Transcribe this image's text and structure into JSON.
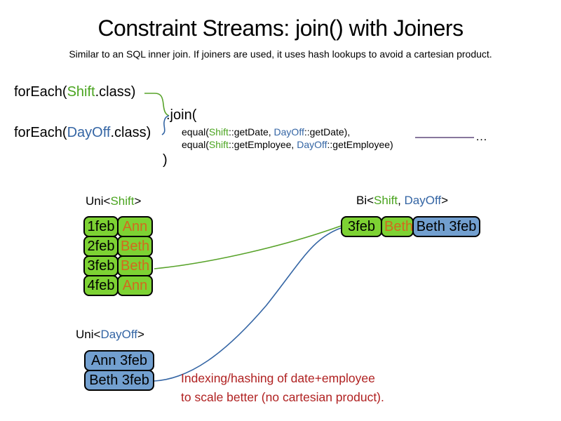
{
  "slide": {
    "title": "Constraint Streams: join() with Joiners",
    "subtitle": "Similar to an SQL inner join. If joiners are used, it uses hash lookups to avoid a cartesian product."
  },
  "code": {
    "foreach_shift": {
      "prefix": "forEach(",
      "class_name": "Shift",
      "suffix": ".class)"
    },
    "foreach_dayoff": {
      "prefix": "forEach(",
      "class_name": "DayOff",
      "suffix": ".class)"
    },
    "join_open": ".join(",
    "joiners": [
      {
        "prefix": "equal(",
        "left_class": "Shift",
        "left_rest": "::getDate, ",
        "right_class": "DayOff",
        "right_rest": "::getDate),"
      },
      {
        "prefix": "equal(",
        "left_class": "Shift",
        "left_rest": "::getEmployee, ",
        "right_class": "DayOff",
        "right_rest": "::getEmployee)"
      }
    ],
    "join_close": ")",
    "ellipsis": "…"
  },
  "uni_shift": {
    "label_prefix": "Uni<",
    "label_class": "Shift",
    "label_suffix": ">",
    "rows": [
      {
        "date": "1feb",
        "employee": "Ann"
      },
      {
        "date": "2feb",
        "employee": "Beth"
      },
      {
        "date": "3feb",
        "employee": "Beth"
      },
      {
        "date": "4feb",
        "employee": "Ann"
      }
    ]
  },
  "bi": {
    "label_prefix": "Bi<",
    "label_class1": "Shift",
    "label_sep": ", ",
    "label_class2": "DayOff",
    "label_suffix": ">",
    "row": {
      "date": "3feb",
      "employee": "Beth",
      "dayoff": "Beth 3feb"
    }
  },
  "uni_dayoff": {
    "label_prefix": "Uni<",
    "label_class": "DayOff",
    "label_suffix": ">",
    "rows": [
      {
        "text": "Ann 3feb"
      },
      {
        "text": "Beth 3feb"
      }
    ]
  },
  "note": {
    "line1": "Indexing/hashing of date+employee",
    "line2": "to scale better (no cartesian product)."
  },
  "colors": {
    "shift_green_text": "#4aa41f",
    "dayoff_blue_text": "#3465a4",
    "cell_green_fill": "#7dd233",
    "cell_blue_fill": "#729fcf",
    "employee_orange_text": "#d2691e",
    "note_red_text": "#b02121",
    "joiner_purple_line": "#604a7b",
    "green_line": "#58a32a",
    "blue_line": "#3465a4"
  }
}
